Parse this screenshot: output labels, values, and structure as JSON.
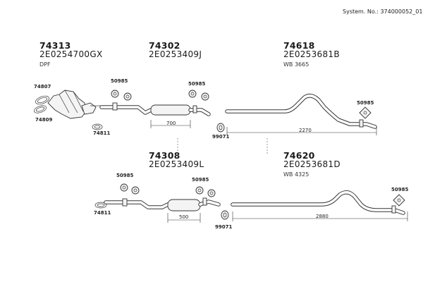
{
  "header": {
    "system_no": "System. No.: 374000052_01"
  },
  "groups": [
    {
      "part_no": "74313",
      "oe": "2E0254700GX",
      "note": "DPF"
    },
    {
      "part_no": "74302",
      "oe": "2E0253409J",
      "note": ""
    },
    {
      "part_no": "74618",
      "oe": "2E0253681B",
      "note": "WB 3665"
    },
    {
      "part_no": "74308",
      "oe": "2E0253409L",
      "note": ""
    },
    {
      "part_no": "74620",
      "oe": "2E0253681D",
      "note": "WB 4325"
    }
  ],
  "callouts": {
    "c74807": "74807",
    "c74809": "74809",
    "c74811a": "74811",
    "c74811b": "74811",
    "c50985a": "50985",
    "c50985b": "50985",
    "c50985c": "50985",
    "c50985d": "50985",
    "c50985e": "50985",
    "c50985f": "50985",
    "c99071a": "99071",
    "c99071b": "99071"
  },
  "dimensions": {
    "d700": "700",
    "d2270": "2270",
    "d500": "500",
    "d2880": "2880"
  }
}
